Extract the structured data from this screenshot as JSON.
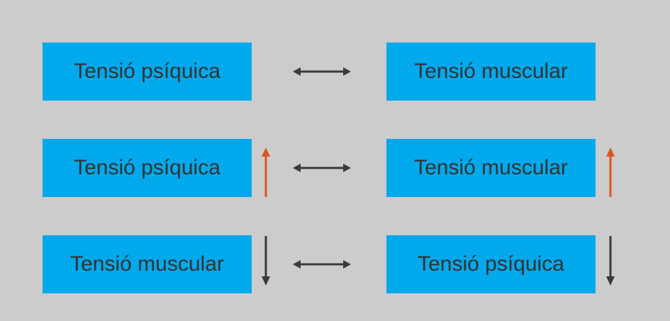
{
  "colors": {
    "background": "#cccccc",
    "box": "#00a8ec",
    "text": "#333333",
    "arrow_dark": "#3a3a3a",
    "arrow_up": "#d9571e"
  },
  "rows": [
    {
      "left": {
        "label": "Tensió psíquica",
        "indicator": "none"
      },
      "connector": "double-arrow-icon",
      "right": {
        "label": "Tensió muscular",
        "indicator": "none"
      }
    },
    {
      "left": {
        "label": "Tensió psíquica",
        "indicator": "up-arrow-icon"
      },
      "connector": "double-arrow-icon",
      "right": {
        "label": "Tensió muscular",
        "indicator": "up-arrow-icon"
      }
    },
    {
      "left": {
        "label": "Tensió muscular",
        "indicator": "down-arrow-icon"
      },
      "connector": "double-arrow-icon",
      "right": {
        "label": "Tensió psíquica",
        "indicator": "down-arrow-icon"
      }
    }
  ]
}
